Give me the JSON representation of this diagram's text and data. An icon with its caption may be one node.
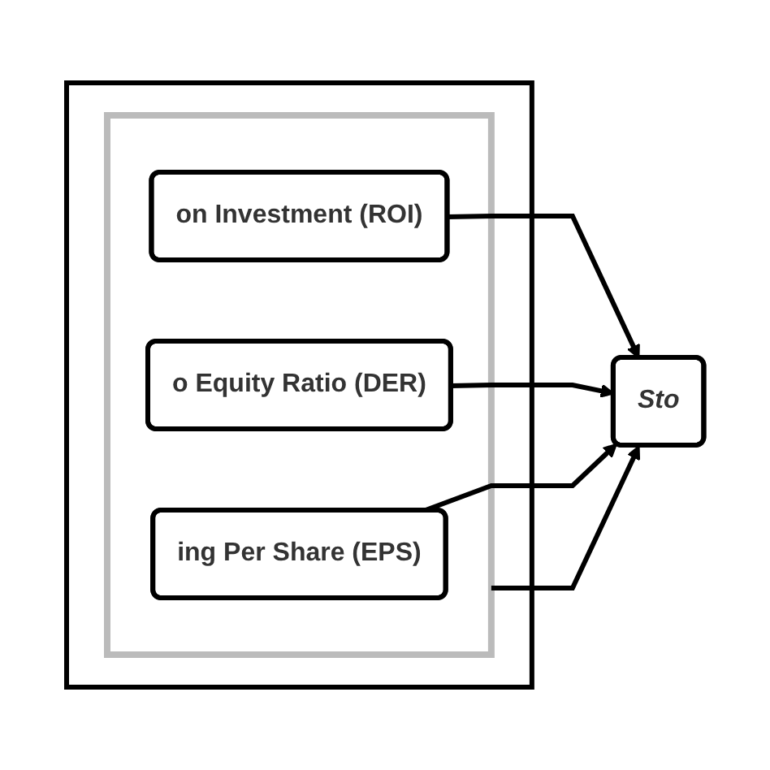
{
  "diagram": {
    "nodes": [
      {
        "text": [],
        "shape": "box"
      },
      {
        "text": [],
        "shape": "box",
        "in": 0
      },
      {
        "text": [
          "on Investment (ROI)"
        ],
        "in": 1
      },
      {
        "text": [
          "o Equity Ratio (DER)"
        ],
        "in": 1
      },
      {
        "text": [
          "ing Per Share (EPS)"
        ],
        "in": 1
      },
      {
        "text": [
          "Sto"
        ]
      }
    ],
    "edges": [
      {
        "from": 2,
        "to": 5,
        "arrow": "to"
      },
      {
        "from": 3,
        "to": 5,
        "arrow": "to"
      },
      {
        "from": 4,
        "to": 5,
        "arrow": "to"
      },
      {
        "from": 1,
        "to": 5,
        "arrow": "to"
      }
    ]
  }
}
